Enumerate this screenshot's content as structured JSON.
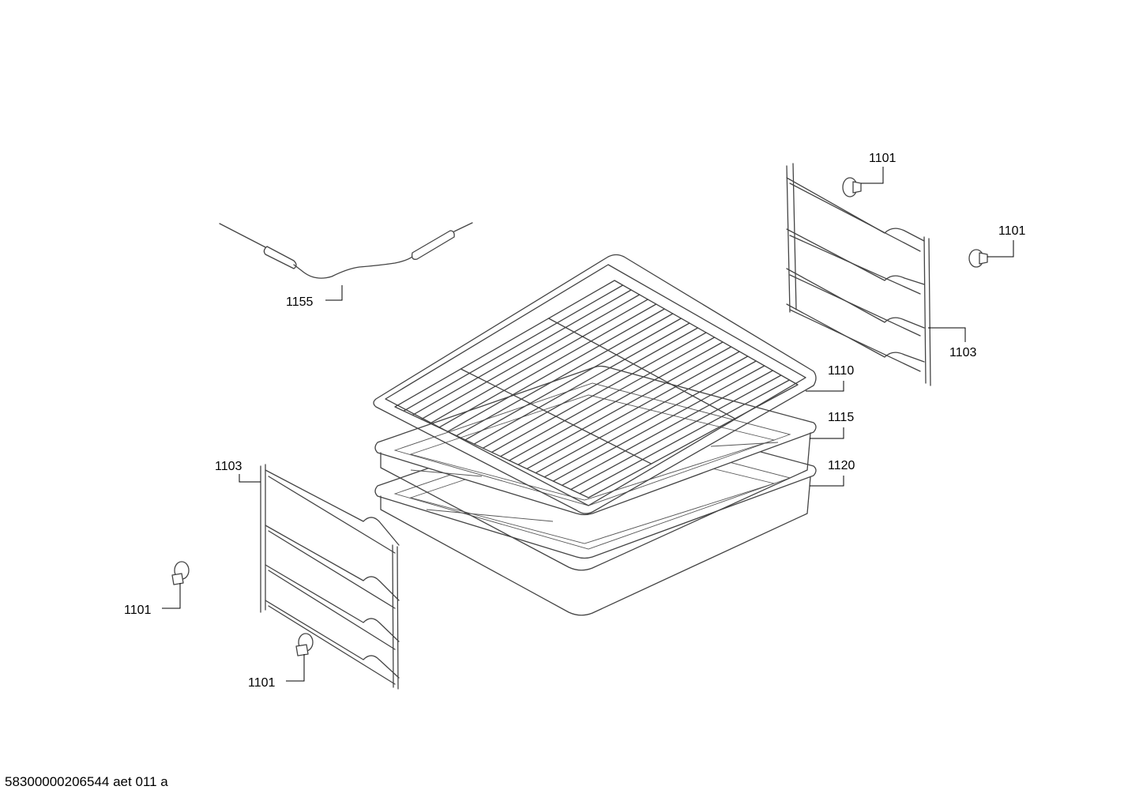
{
  "callouts": {
    "probe": "1155",
    "rack": "1110",
    "tray1": "1115",
    "tray2": "1120",
    "rail_right": "1103",
    "rail_left": "1103",
    "clip_right_top": "1101",
    "clip_right_mid": "1101",
    "clip_left_a": "1101",
    "clip_left_b": "1101"
  },
  "footer_text": "58300000206544 aet 011 a"
}
